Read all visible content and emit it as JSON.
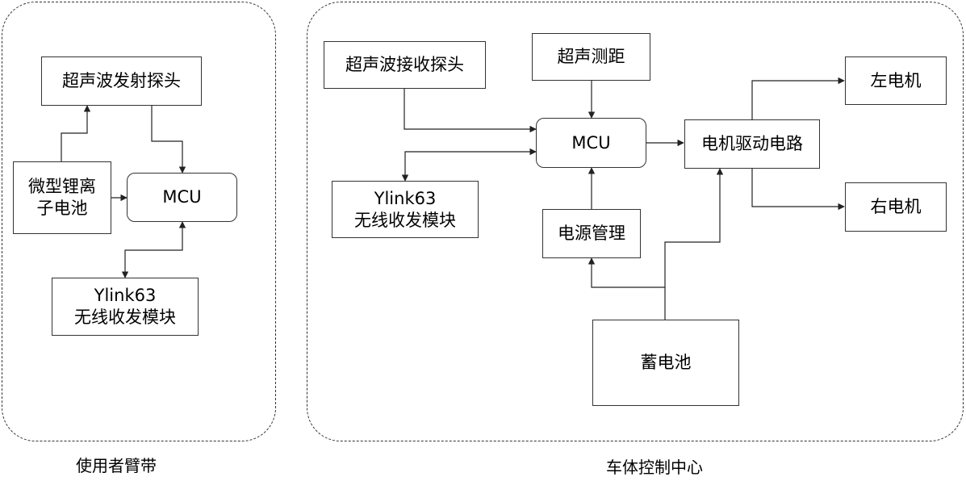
{
  "left_group": {
    "caption": "使用者臂带",
    "ultrasonic_emitter": "超声波发射探头",
    "battery_line1": "微型锂离",
    "battery_line2": "子电池",
    "mcu": "MCU",
    "wireless_line1": "Ylink63",
    "wireless_line2": "无线收发模块"
  },
  "right_group": {
    "caption": "车体控制中心",
    "ultrasonic_receiver": "超声波接收探头",
    "ranging": "超声测距",
    "mcu": "MCU",
    "wireless_line1": "Ylink63",
    "wireless_line2": "无线收发模块",
    "power_mgmt": "电源管理",
    "motor_driver": "电机驱动电路",
    "left_motor": "左电机",
    "right_motor": "右电机",
    "storage_battery": "蓄电池"
  }
}
